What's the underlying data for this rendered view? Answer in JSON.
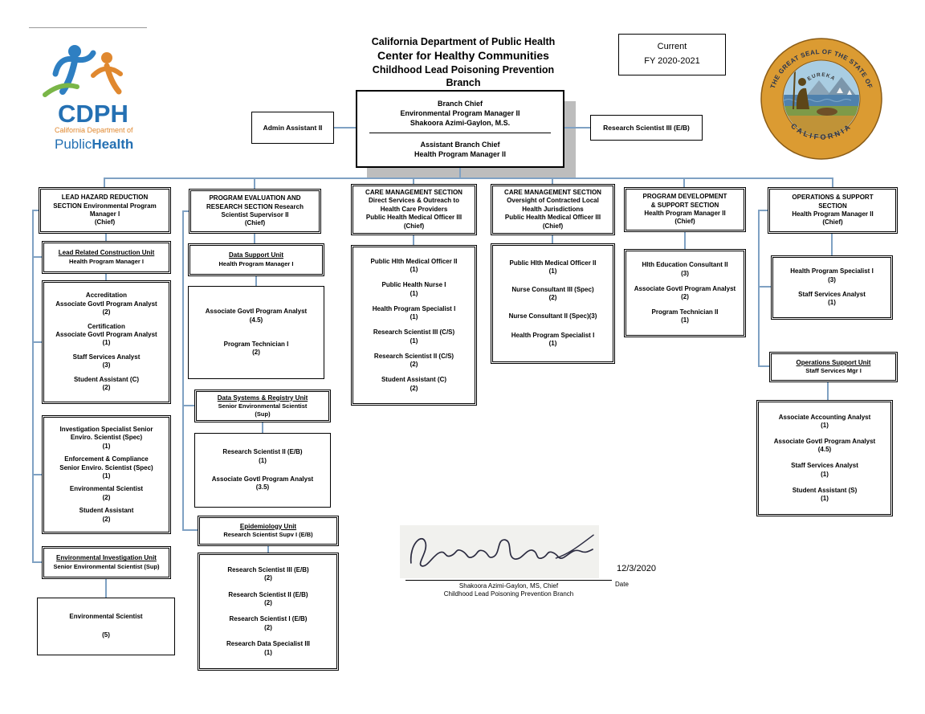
{
  "logo": {
    "acronym": "CDPH",
    "department_small": "California Department of",
    "public": "Public",
    "health": "Health"
  },
  "header": {
    "department": "California Department of Public Health",
    "center": "Center for Healthy Communities",
    "branch_line1": "Childhood Lead Poisoning Prevention",
    "branch_line2": "Branch",
    "fiscal_year": {
      "line1": "Current",
      "line2": "FY 2020-2021"
    }
  },
  "seal": {
    "ring_top": "THE GREAT SEAL OF THE STATE OF",
    "ring_bottom": "CALIFORNIA",
    "motto": "EUREKA"
  },
  "top_row": {
    "admin_assistant": "Admin Assistant II",
    "research_scientist": "Research Scientist III (E/B)",
    "branch_chief": {
      "title": "Branch Chief",
      "classification": "Environmental Program Manager II",
      "name": "Shakoora Azimi-Gaylon, M.S.",
      "assistant_title": "Assistant Branch Chief",
      "assistant_classification": "Health Program Manager II"
    }
  },
  "sections": {
    "lead_hazard": [
      "LEAD HAZARD REDUCTION",
      "SECTION Environmental Program",
      "Manager I",
      "(Chief)"
    ],
    "program_evaluation": [
      "PROGRAM EVALUATION AND",
      "RESEARCH SECTION Research",
      "Scientist Supervisor II",
      "(Chief)"
    ],
    "care_direct": [
      "CARE MANAGEMENT SECTION",
      "Direct Services & Outreach to",
      "Health Care Providers",
      "Public Health Medical Officer III",
      "(Chief)"
    ],
    "care_oversight": [
      "CARE MANAGEMENT SECTION",
      "Oversight of Contracted Local",
      "Health Jurisdictions",
      "Public Health Medical Officer III",
      "(Chief)"
    ],
    "program_development": [
      "PROGRAM DEVELOPMENT",
      "& SUPPORT SECTION",
      "Health Program Manager II",
      "(Chief)"
    ],
    "operations_support": [
      "OPERATIONS & SUPPORT",
      "SECTION",
      "Health Program Manager II",
      "(Chief)"
    ]
  },
  "units": {
    "lead_related_construction": {
      "title": "Lead Related Construction Unit",
      "sub_lines": [
        "Health Program Manager I"
      ]
    },
    "environmental_investigation": {
      "title": "Environmental Investigation Unit",
      "sub_lines": [
        "Senior Environmental Scientist (Sup)"
      ]
    },
    "data_support": {
      "title": "Data Support Unit",
      "sub_lines": [
        "Health Program Manager I"
      ]
    },
    "data_systems_registry": {
      "title": "Data Systems & Registry Unit",
      "sub_lines": [
        "Senior Environmental Scientist",
        "(Sup)"
      ]
    },
    "epidemiology": {
      "title": "Epidemiology Unit",
      "sub_lines": [
        "Research Scientist Supv I (E/B)"
      ]
    },
    "operations_support_unit": {
      "title": "Operations Support Unit",
      "sub_lines": [
        "Staff Services Mgr I"
      ]
    }
  },
  "staff_boxes": {
    "lead_hazard_a": [
      [
        "Accreditation",
        "Associate Govtl Program Analyst",
        "(2)"
      ],
      [
        "Certification",
        "Associate Govtl Program Analyst",
        "(1)"
      ],
      [
        "Staff Services Analyst",
        "(3)"
      ],
      [
        "Student Assistant (C)",
        "(2)"
      ]
    ],
    "lead_hazard_b": [
      [
        "Investigation Specialist Senior",
        "Enviro. Scientist (Spec)",
        "(1)"
      ],
      [
        "Enforcement & Compliance",
        "Senior Enviro. Scientist (Spec)",
        "(1)"
      ],
      [
        "Environmental Scientist",
        "(2)"
      ],
      [
        "Student Assistant",
        "(2)"
      ]
    ],
    "environmental_scientist": [
      [
        "Environmental Scientist"
      ],
      [
        "(5)"
      ]
    ],
    "data_support_staff": [
      [
        "Associate Govtl Program Analyst",
        "(4.5)"
      ],
      [
        "Program Technician I",
        "(2)"
      ]
    ],
    "data_systems_staff": [
      [
        "Research Scientist II (E/B)",
        "(1)"
      ],
      [
        "Associate Govtl Program Analyst",
        "(3.5)"
      ]
    ],
    "epidemiology_staff": [
      [
        "Research Scientist III (E/B)",
        "(2)"
      ],
      [
        "Research Scientist II (E/B)",
        "(2)"
      ],
      [
        "Research Scientist I (E/B)",
        "(2)"
      ],
      [
        "Research Data Specialist III",
        "(1)"
      ]
    ],
    "care_direct_staff": [
      [
        "Public Hlth Medical Officer II",
        "(1)"
      ],
      [
        "Public Health Nurse I",
        "(1)"
      ],
      [
        "Health Program Specialist I",
        "(1)"
      ],
      [
        "Research Scientist III (C/S)",
        "(1)"
      ],
      [
        "Research Scientist II (C/S)",
        "(2)"
      ],
      [
        "Student Assistant (C)",
        "(2)"
      ]
    ],
    "care_oversight_staff": [
      [
        "Public Hlth Medical Officer II",
        "(1)"
      ],
      [
        "Nurse Consultant III (Spec)",
        "(2)"
      ],
      [
        "Nurse Consultant II (Spec)(3)"
      ],
      [
        "Health Program Specialist I",
        "(1)"
      ]
    ],
    "program_development_staff": [
      [
        "Hlth Education Consultant II",
        "(3)"
      ],
      [
        "Associate Govtl Program Analyst",
        "(2)"
      ],
      [
        "Program Technician II",
        "(1)"
      ]
    ],
    "operations_staff_a": [
      [
        "Health Program Specialist I",
        "(3)"
      ],
      [
        "Staff Services Analyst",
        "(1)"
      ]
    ],
    "operations_staff_b": [
      [
        "Associate Accounting Analyst",
        "(1)"
      ],
      [
        "Associate Govtl Program Analyst",
        "(4.5)"
      ],
      [
        "Staff Services Analyst",
        "(1)"
      ],
      [
        "Student Assistant (S)",
        "(1)"
      ]
    ]
  },
  "signature": {
    "name_title": "Shakoora Azimi-Gaylon, MS, Chief",
    "org": "Childhood Lead Poisoning Prevention Branch",
    "date": "12/3/2020",
    "date_label": "Date"
  },
  "colors": {
    "connector": "#7fa1c3",
    "box_border": "#000000",
    "shadow": "#bdbdbd",
    "seal_gold": "#db9b32",
    "logo_blue": "#2470b3",
    "logo_orange": "#e0882f",
    "logo_green": "#7ab648"
  }
}
